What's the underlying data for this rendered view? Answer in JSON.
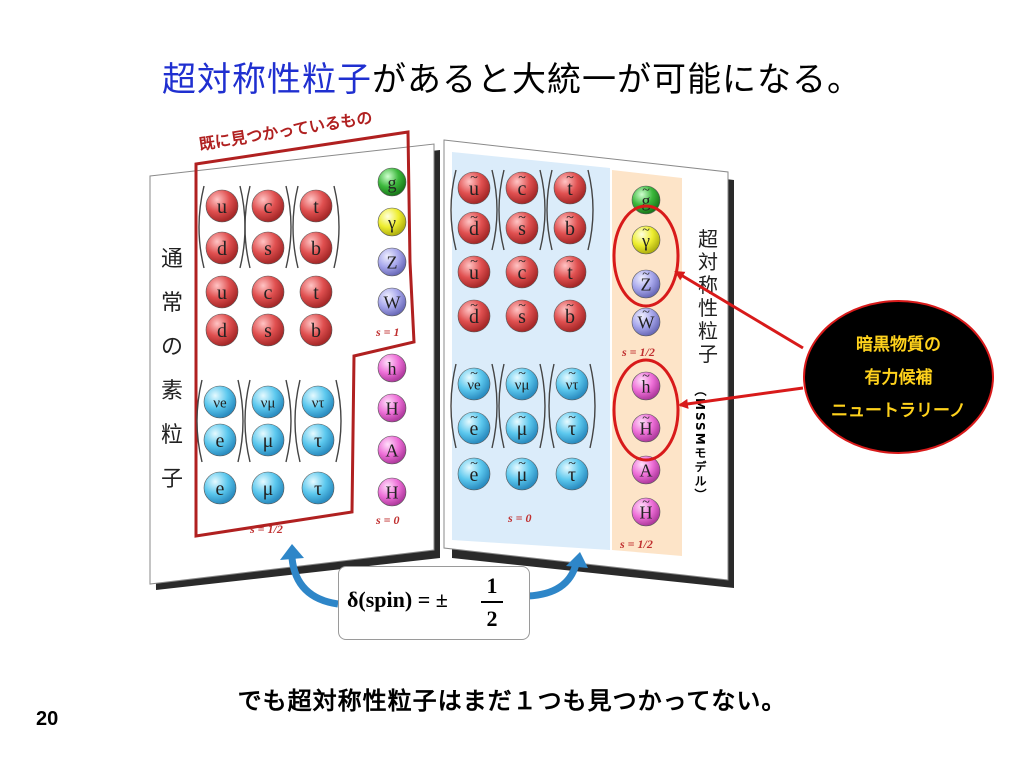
{
  "title": {
    "highlight": "超対称性粒子",
    "rest": "があると大統一が可能になる。"
  },
  "slide_number": "20",
  "bottom_text": "でも超対称性粒子はまだ１つも見つかってない。",
  "found_label": "既に見つかっているもの",
  "left_panel": {
    "vertical_title": [
      "通",
      "常",
      "の",
      "素",
      "粒",
      "子"
    ],
    "quarks": [
      [
        "u",
        "c",
        "t"
      ],
      [
        "d",
        "s",
        "b"
      ],
      [
        "u",
        "c",
        "t"
      ],
      [
        "d",
        "s",
        "b"
      ]
    ],
    "leptons": [
      [
        "νe",
        "νμ",
        "ντ"
      ],
      [
        "e",
        "μ",
        "τ"
      ],
      [
        "e",
        "μ",
        "τ"
      ]
    ],
    "gauge": [
      "g",
      "γ",
      "Z",
      "W"
    ],
    "higgs": [
      "h",
      "H",
      "A",
      "H"
    ],
    "spin_half": "s = 1/2",
    "spin_one": "s = 1",
    "spin_zero": "s = 0"
  },
  "right_panel": {
    "vertical_title": [
      "超",
      "対",
      "称",
      "性",
      "粒",
      "子"
    ],
    "model_label": "（MSSMモデル）",
    "squarks": [
      [
        "u",
        "c",
        "t"
      ],
      [
        "d",
        "s",
        "b"
      ],
      [
        "u",
        "c",
        "t"
      ],
      [
        "d",
        "s",
        "b"
      ]
    ],
    "sleptons": [
      [
        "νe",
        "νμ",
        "ντ"
      ],
      [
        "e",
        "μ",
        "τ"
      ],
      [
        "e",
        "μ",
        "τ"
      ]
    ],
    "gauginos": [
      "g",
      "γ",
      "Z",
      "W"
    ],
    "higgsinos": [
      "h",
      "H",
      "A",
      "H"
    ],
    "spin_zero": "s = 0",
    "spin_half_a": "s = 1/2",
    "spin_half_b": "s = 1/2"
  },
  "formula": {
    "lhs": "δ(spin) = ±",
    "numerator": "1",
    "denominator": "2"
  },
  "dark_matter": {
    "line1": "暗黒物質の",
    "line2": "有力候補",
    "line3": "ニュートラリーノ"
  },
  "colors": {
    "accent_blue": "#1f2fd0",
    "outline_red": "#b02020",
    "arrow_red": "#d81a1a",
    "quark_red": "#e05050",
    "lepton_cyan": "#5cc8ee",
    "gluon_green": "#3cb83c",
    "photon_yellow": "#eeee30",
    "zw_lavender": "#a8a8ec",
    "higgs_pink": "#ee70d8",
    "right_bg_blue": "#dbecfa",
    "right_bg_peach": "#fde4c8"
  }
}
